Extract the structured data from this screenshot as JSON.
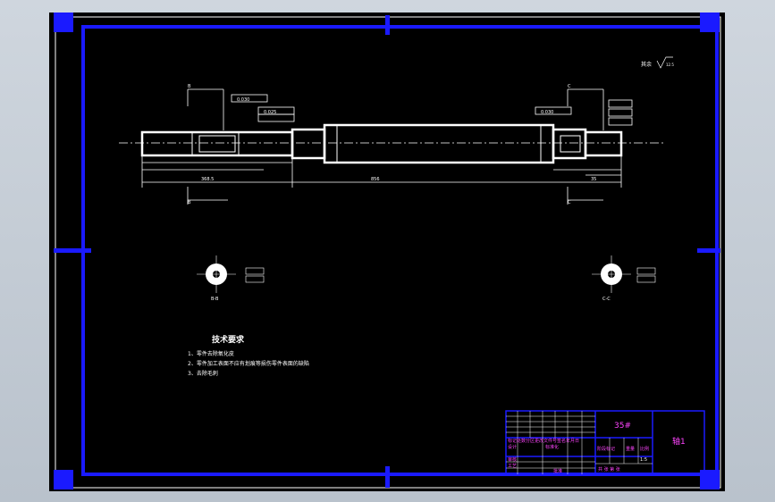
{
  "drawing": {
    "roughness_note": "其余",
    "roughness_value": "12.5",
    "section_left_label": "B-B",
    "section_right_label": "C-C",
    "section_mark_b": "B",
    "section_mark_c": "C",
    "dim_total_length": "856",
    "dim_left_segment": "368.5",
    "dim_right_segment": "35",
    "tol_frame_1": "0.030",
    "tol_frame_2": "0.025",
    "tol_frame_3": "0.030"
  },
  "tech_requirements": {
    "title": "技术要求",
    "items": [
      "1、零件去除氧化皮",
      "2、零件加工表面不应有划痕等损伤零件表面的缺陷",
      "3、去除毛刺"
    ]
  },
  "title_block": {
    "material": "35#",
    "drawing_no": "轴1",
    "scale": "1:5",
    "labels": {
      "mark": "标记",
      "design": "设计",
      "standardize": "标准化",
      "review": "审核",
      "process": "工艺",
      "approve": "批准",
      "stage_mark": "阶段标记",
      "weight": "重量",
      "scale_label": "比例",
      "sheet": "共  张 第  张",
      "header_row": "标记处数分区更改文件号签名年月日"
    }
  }
}
